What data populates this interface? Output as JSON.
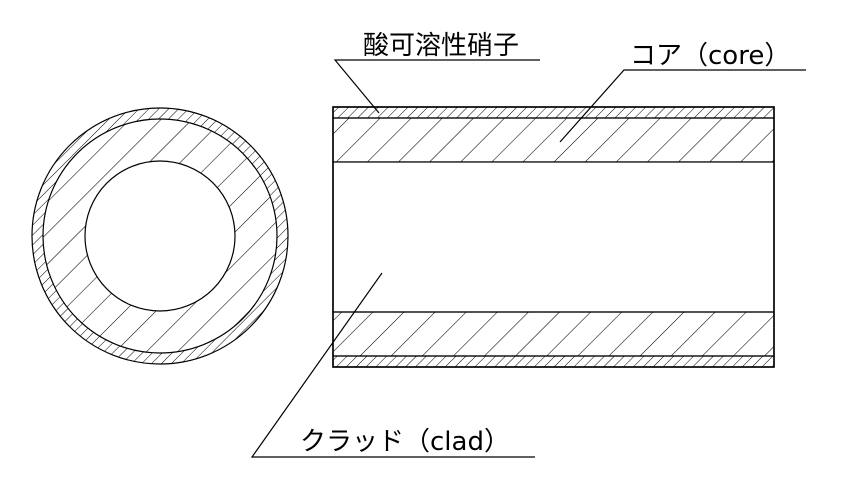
{
  "labels": {
    "acid_soluble_glass": "酸可溶性硝子",
    "core": "コア（core）",
    "clad": "クラッド（clad）"
  },
  "colors": {
    "ink": "#000000",
    "background": "#ffffff"
  }
}
